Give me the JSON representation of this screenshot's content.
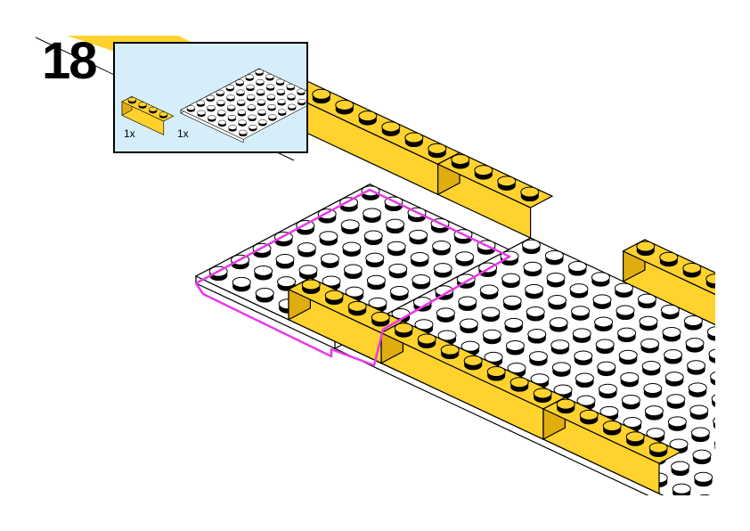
{
  "step": {
    "number": "18"
  },
  "parts_list": [
    {
      "name": "brick-1x4-yellow",
      "quantity": "1x",
      "color": "#ffd22e"
    },
    {
      "name": "plate-6x8-white",
      "quantity": "1x",
      "color": "#ffffff"
    }
  ],
  "colors": {
    "yellow": "#ffd22e",
    "yellow_dark": "#e0ad10",
    "highlight": "#e83ae8",
    "parts_bg": "#d6eefa"
  }
}
